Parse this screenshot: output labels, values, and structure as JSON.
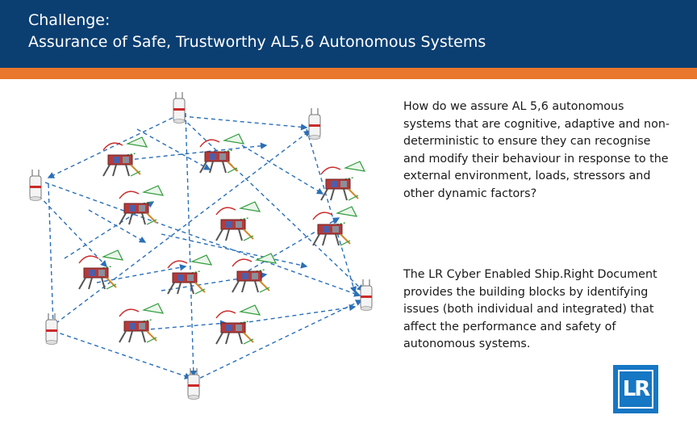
{
  "header": {
    "title_line1": "Challenge:",
    "title_line2": "Assurance of Safe, Trustworthy AL5,6 Autonomous Systems",
    "bg_color": "#0b3f72",
    "accent_color": "#e9772e"
  },
  "body": {
    "paragraph1": "How do we assure AL 5,6 autonomous systems that are cognitive, adaptive and non-deterministic to ensure they can recognise and modify their behaviour in response to the external environment, loads, stressors and other dynamic factors?",
    "paragraph2": "The LR Cyber Enabled Ship.Right Document provides the building blocks by identifying issues  (both individual and integrated) that affect the performance and safety of autonomous systems."
  },
  "diagram": {
    "description_icons": [
      "radio-tower-icon",
      "robot-dog-icon",
      "network-link-icon"
    ],
    "link_color": "#2a6fb8"
  },
  "logo": {
    "mark": "LR",
    "color": "#1677c4"
  }
}
